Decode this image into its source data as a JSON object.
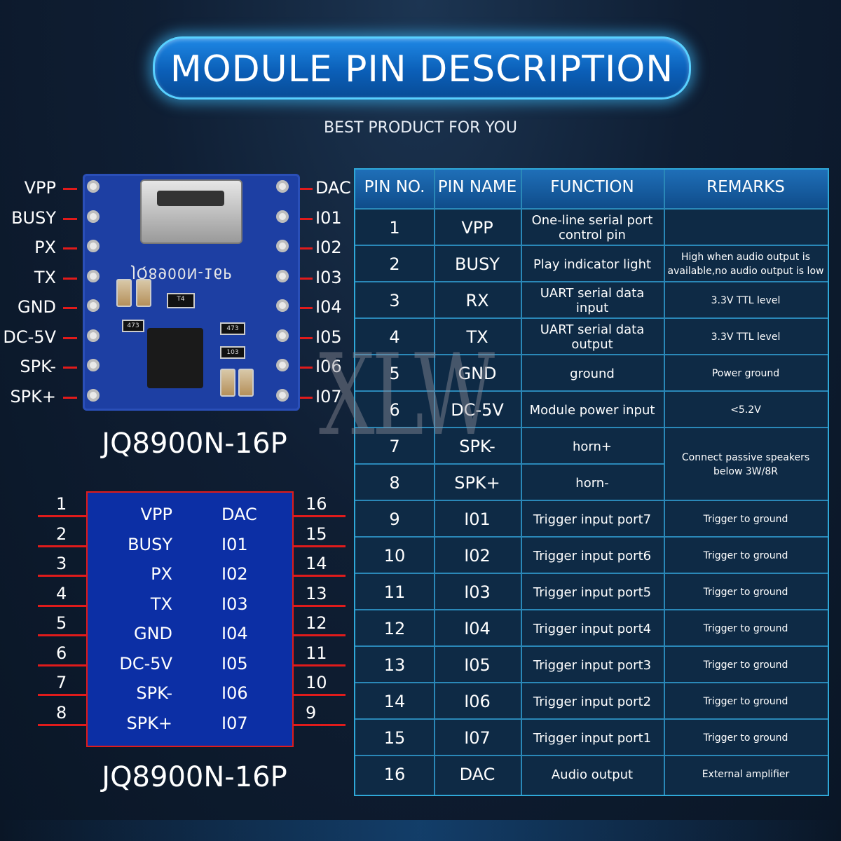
{
  "header": {
    "title": "MODULE PIN DESCRIPTION",
    "subtitle": "BEST PRODUCT FOR YOU"
  },
  "board": {
    "silkscreen": "JQ8900N-16P",
    "left_pins": [
      "VPP",
      "BUSY",
      "PX",
      "TX",
      "GND",
      "DC-5V",
      "SPK-",
      "SPK+"
    ],
    "right_pins": [
      "DAC",
      "I01",
      "I02",
      "I03",
      "I04",
      "I05",
      "I06",
      "I07"
    ],
    "model": "JQ8900N-16P",
    "smd_labels": [
      "473",
      "473",
      "103",
      "T4"
    ]
  },
  "schematic": {
    "left_nums": [
      "1",
      "2",
      "3",
      "4",
      "5",
      "6",
      "7",
      "8"
    ],
    "right_nums": [
      "16",
      "15",
      "14",
      "13",
      "12",
      "11",
      "10",
      "9"
    ],
    "left_names": [
      "VPP",
      "BUSY",
      "PX",
      "TX",
      "GND",
      "DC-5V",
      "SPK-",
      "SPK+"
    ],
    "right_names": [
      "DAC",
      "I01",
      "I02",
      "I03",
      "I04",
      "I05",
      "I06",
      "I07"
    ],
    "model": "JQ8900N-16P"
  },
  "table": {
    "headers": [
      "PIN NO.",
      "PIN NAME",
      "FUNCTION",
      "REMARKS"
    ],
    "rows": [
      {
        "no": "1",
        "name": "VPP",
        "func": "One-line serial port control pin",
        "rem": ""
      },
      {
        "no": "2",
        "name": "BUSY",
        "func": "Play indicator light",
        "rem": "High when audio output is available,no audio output is low"
      },
      {
        "no": "3",
        "name": "RX",
        "func": "UART serial data input",
        "rem": "3.3V TTL level"
      },
      {
        "no": "4",
        "name": "TX",
        "func": "UART serial data output",
        "rem": "3.3V TTL level"
      },
      {
        "no": "5",
        "name": "GND",
        "func": "ground",
        "rem": "Power ground"
      },
      {
        "no": "6",
        "name": "DC-5V",
        "func": "Module power input",
        "rem": "<5.2V"
      },
      {
        "no": "7",
        "name": "SPK-",
        "func": "horn+",
        "rem": "Connect passive speakers below 3W/8R"
      },
      {
        "no": "8",
        "name": "SPK+",
        "func": "horn-",
        "rem": ""
      },
      {
        "no": "9",
        "name": "I01",
        "func": "Trigger input port7",
        "rem": "Trigger to ground"
      },
      {
        "no": "10",
        "name": "I02",
        "func": "Trigger input port6",
        "rem": "Trigger to ground"
      },
      {
        "no": "11",
        "name": "I03",
        "func": "Trigger input port5",
        "rem": "Trigger to ground"
      },
      {
        "no": "12",
        "name": "I04",
        "func": "Trigger input port4",
        "rem": "Trigger to ground"
      },
      {
        "no": "13",
        "name": "I05",
        "func": "Trigger input port3",
        "rem": "Trigger to ground"
      },
      {
        "no": "14",
        "name": "I06",
        "func": "Trigger input port2",
        "rem": "Trigger to ground"
      },
      {
        "no": "15",
        "name": "I07",
        "func": "Trigger input port1",
        "rem": "Trigger to ground"
      },
      {
        "no": "16",
        "name": "DAC",
        "func": "Audio output",
        "rem": "External amplifier"
      }
    ]
  },
  "watermark": "XLW",
  "colors": {
    "accent": "#1e88e5",
    "pin_line": "#e01b1b",
    "board": "#1d3fa3",
    "table_border": "#2fa8d8"
  }
}
